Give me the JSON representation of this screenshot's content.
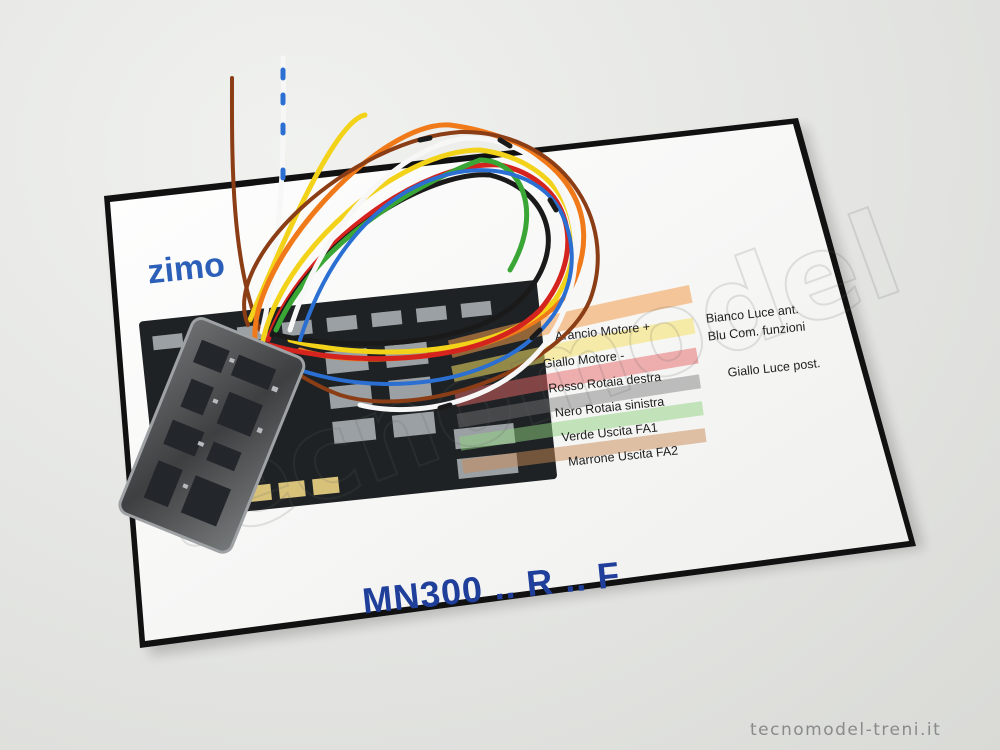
{
  "card": {
    "logo": "zimo",
    "product_code": "MN300 .. R .. F",
    "wiring_labels": [
      "Arancio Motore +",
      "Giallo Motore -",
      "Rosso Rotaia destra",
      "Nero Rotaia sinistra",
      "Verde Uscita FA1",
      "Marrone Uscita FA2",
      "Bianco Luce ant.",
      "Blu Com. funzioni",
      "Giallo Luce post."
    ]
  },
  "watermark": {
    "diagonal_text": "tecnomodel",
    "footer_text": "tecnomodel-treni.it"
  },
  "colors": {
    "background": "#e4e5e2",
    "card": "#fbfbfa",
    "card_border": "#111111",
    "product_code": "#1f3f9a",
    "wire_orange": "#f07a1a",
    "wire_yellow": "#f3d21a",
    "wire_red": "#d5231e",
    "wire_black": "#1a1a1a",
    "wire_green": "#3aa635",
    "wire_brown": "#8b3d16",
    "wire_white": "#f7f7f7",
    "wire_blue": "#2a6fd1"
  }
}
